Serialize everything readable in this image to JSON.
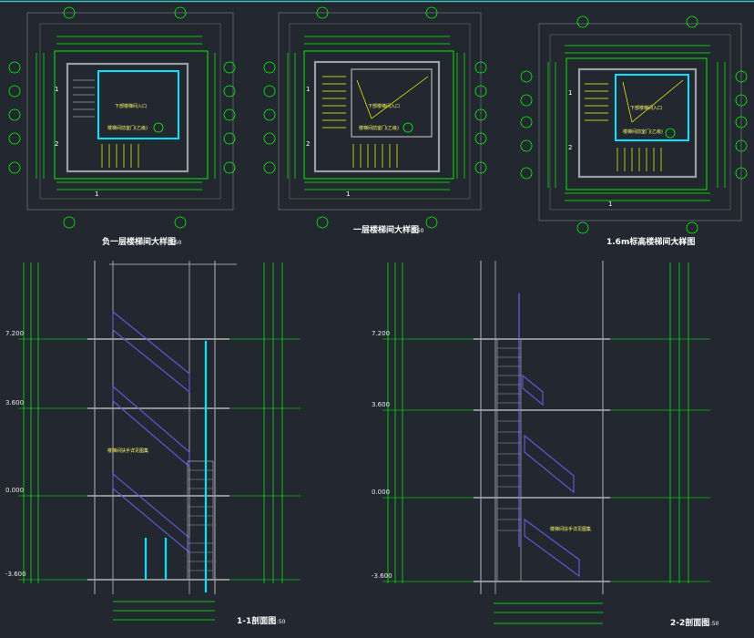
{
  "colors": {
    "background": "#232830",
    "wall": "#9aa0a6",
    "dimension": "#00ff00",
    "window": "#00e5ff",
    "stair": "#ffff00",
    "railing": "#5b5bd6",
    "note_red": "#ff3333",
    "text": "#ffffff"
  },
  "plans": [
    {
      "title": "负一层楼梯间大样图",
      "scale": "1:50",
      "stair_color": "#9aa0a6",
      "axis_left": [
        "2",
        "1"
      ],
      "axis_top": [
        "1"
      ],
      "room_label": "下部楼梯间入口",
      "note": "楼梯间前室门(乙级)"
    },
    {
      "title": "一层楼梯间大样图",
      "scale": "1:50",
      "stair_color": "#ffff00",
      "axis_left": [
        "2",
        "1"
      ],
      "axis_top": [
        "1"
      ],
      "room_label": "下部楼梯间入口",
      "note": "楼梯间前室门(乙级)"
    },
    {
      "title": "1.6m标高楼梯间大样图",
      "scale": "1:50",
      "stair_color": "#ffff00",
      "axis_left": [
        "2",
        "1"
      ],
      "axis_top": [
        "1"
      ],
      "room_label": "下部楼梯间入口",
      "note": "楼梯间前室门(乙级)"
    }
  ],
  "sections": [
    {
      "title": "1-1剖面图",
      "scale": "1:50",
      "levels": [
        "7.200",
        "3.600",
        "0.000",
        "-3.600"
      ],
      "note": "楼梯间扶手详见图集"
    },
    {
      "title": "2-2剖面图",
      "scale": "1:50",
      "levels": [
        "7.200",
        "3.600",
        "0.000",
        "-3.600"
      ],
      "note": "楼梯间扶手详见图集"
    }
  ]
}
